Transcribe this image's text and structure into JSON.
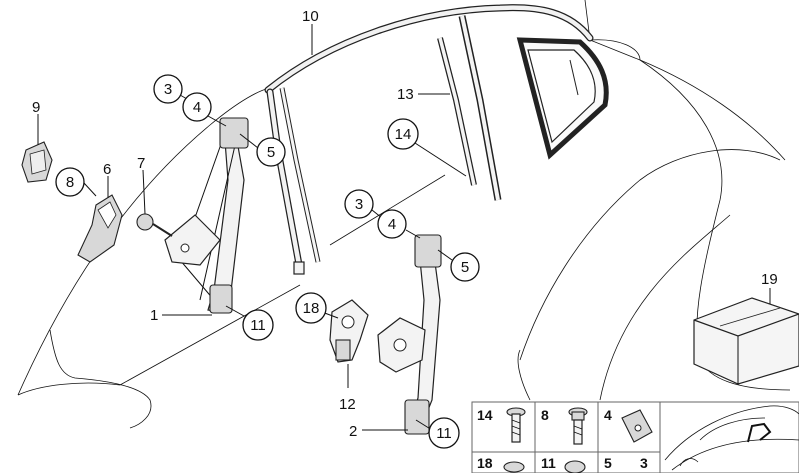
{
  "callouts": {
    "c10": "10",
    "c3a": "3",
    "c4a": "4",
    "c5a": "5",
    "c9": "9",
    "c6": "6",
    "c7": "7",
    "c8": "8",
    "c1": "1",
    "c11a": "11",
    "c13": "13",
    "c14": "14",
    "c3b": "3",
    "c4b": "4",
    "c5b": "5",
    "c18": "18",
    "c12": "12",
    "c2": "2",
    "c11b": "11",
    "c19": "19"
  },
  "parts_grid": {
    "r1_a": "14",
    "r1_b": "8",
    "r1_c": "4",
    "r2_a": "18",
    "r2_b": "11",
    "r2_c": "5",
    "r2_d": "3"
  }
}
